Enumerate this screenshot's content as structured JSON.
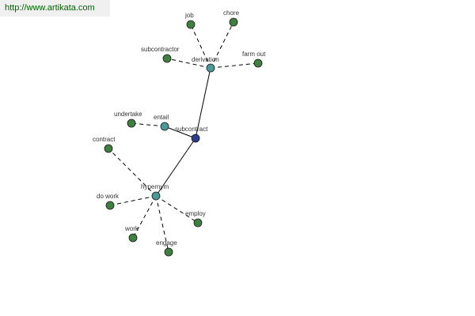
{
  "site_url": "http://www.artikata.com",
  "colors": {
    "center": "#2e3a8c",
    "relation": "#4a9a9a",
    "term": "#3f7f3f",
    "background": "#ffffff"
  },
  "nodes": [
    {
      "id": "subcontract",
      "label": "subcontract",
      "kind": "center"
    },
    {
      "id": "derivation",
      "label": "derivation",
      "kind": "relation"
    },
    {
      "id": "entail",
      "label": "entail",
      "kind": "relation"
    },
    {
      "id": "hypernym",
      "label": "hypernym",
      "kind": "relation"
    },
    {
      "id": "job",
      "label": "job",
      "kind": "term"
    },
    {
      "id": "chore",
      "label": "chore",
      "kind": "term"
    },
    {
      "id": "subcontractor",
      "label": "subcontractor",
      "kind": "term"
    },
    {
      "id": "farm-out",
      "label": "farm out",
      "kind": "term"
    },
    {
      "id": "undertake",
      "label": "undertake",
      "kind": "term"
    },
    {
      "id": "contract",
      "label": "contract",
      "kind": "term"
    },
    {
      "id": "do-work",
      "label": "do work",
      "kind": "term"
    },
    {
      "id": "employ",
      "label": "employ",
      "kind": "term"
    },
    {
      "id": "work",
      "label": "work",
      "kind": "term"
    },
    {
      "id": "engage",
      "label": "engage",
      "kind": "term"
    }
  ],
  "edges": [
    {
      "from": "subcontract",
      "to": "derivation",
      "style": "solid"
    },
    {
      "from": "subcontract",
      "to": "entail",
      "style": "solid"
    },
    {
      "from": "subcontract",
      "to": "hypernym",
      "style": "solid"
    },
    {
      "from": "derivation",
      "to": "job",
      "style": "dashed"
    },
    {
      "from": "derivation",
      "to": "chore",
      "style": "dashed"
    },
    {
      "from": "derivation",
      "to": "subcontractor",
      "style": "dashed"
    },
    {
      "from": "derivation",
      "to": "farm-out",
      "style": "dashed"
    },
    {
      "from": "entail",
      "to": "undertake",
      "style": "dashed"
    },
    {
      "from": "hypernym",
      "to": "contract",
      "style": "dashed"
    },
    {
      "from": "hypernym",
      "to": "do-work",
      "style": "dashed"
    },
    {
      "from": "hypernym",
      "to": "employ",
      "style": "dashed"
    },
    {
      "from": "hypernym",
      "to": "work",
      "style": "dashed"
    },
    {
      "from": "hypernym",
      "to": "engage",
      "style": "dashed"
    }
  ]
}
